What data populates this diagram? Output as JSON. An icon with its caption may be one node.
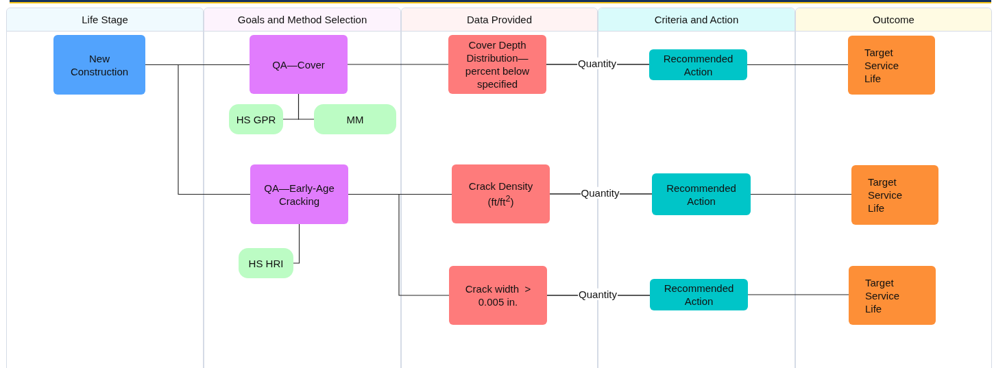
{
  "diagram": {
    "nodes": [
      {
        "text": [
          "Life Stage"
        ]
      },
      {
        "text": [
          "Goals and Method Selection"
        ]
      },
      {
        "text": [
          "Data Provided"
        ]
      },
      {
        "text": [
          "Criteria and Action"
        ]
      },
      {
        "text": [
          "Outcome"
        ]
      },
      {
        "text": [
          "New Construction"
        ],
        "in": 0
      },
      {
        "text": [
          "QA—Cover"
        ],
        "in": 1
      },
      {
        "text": [
          "HS GPR"
        ],
        "in": 1
      },
      {
        "text": [
          "MM"
        ],
        "in": 1
      },
      {
        "text": [
          "QA—Early-Age Cracking"
        ],
        "in": 1
      },
      {
        "text": [
          "HS HRI"
        ],
        "in": 1
      },
      {
        "text": [
          "Cover Depth Distribution—percent below specified"
        ],
        "in": 2
      },
      {
        "text": [
          "Crack Density (ft/ft$^{2}$)"
        ],
        "in": 2
      },
      {
        "text": [
          "Crack width  > 0.005 in."
        ],
        "in": 2
      },
      {
        "text": [
          "Recommended Action"
        ],
        "in": 3
      },
      {
        "text": [
          "Recommended Action"
        ],
        "in": 3
      },
      {
        "text": [
          "Recommended Action"
        ],
        "in": 3
      },
      {
        "text": [
          "Target Service Life"
        ],
        "in": 4
      },
      {
        "text": [
          "Target Service Life"
        ],
        "in": 4
      },
      {
        "text": [
          "Target Service Life"
        ],
        "in": 4
      }
    ],
    "edges": [
      {
        "from": 5,
        "to": 6,
        "arrow": "none"
      },
      {
        "from": 5,
        "to": 9,
        "arrow": "none"
      },
      {
        "from": 6,
        "to": 7,
        "arrow": "none"
      },
      {
        "from": 6,
        "to": 8,
        "arrow": "none"
      },
      {
        "from": 9,
        "to": 10,
        "arrow": "none"
      },
      {
        "from": 6,
        "to": 11,
        "arrow": "none"
      },
      {
        "from": 9,
        "to": 12,
        "arrow": "none"
      },
      {
        "from": 9,
        "to": 13,
        "arrow": "none"
      },
      {
        "from": 11,
        "to": 14,
        "arrow": "none",
        "label": "Quantity"
      },
      {
        "from": 12,
        "to": 15,
        "arrow": "none",
        "label": "Quantity"
      },
      {
        "from": 13,
        "to": 16,
        "arrow": "none",
        "label": "Quantity"
      },
      {
        "from": 14,
        "to": 17,
        "arrow": "none"
      },
      {
        "from": 15,
        "to": 18,
        "arrow": "none"
      },
      {
        "from": 16,
        "to": 19,
        "arrow": "none"
      }
    ]
  }
}
